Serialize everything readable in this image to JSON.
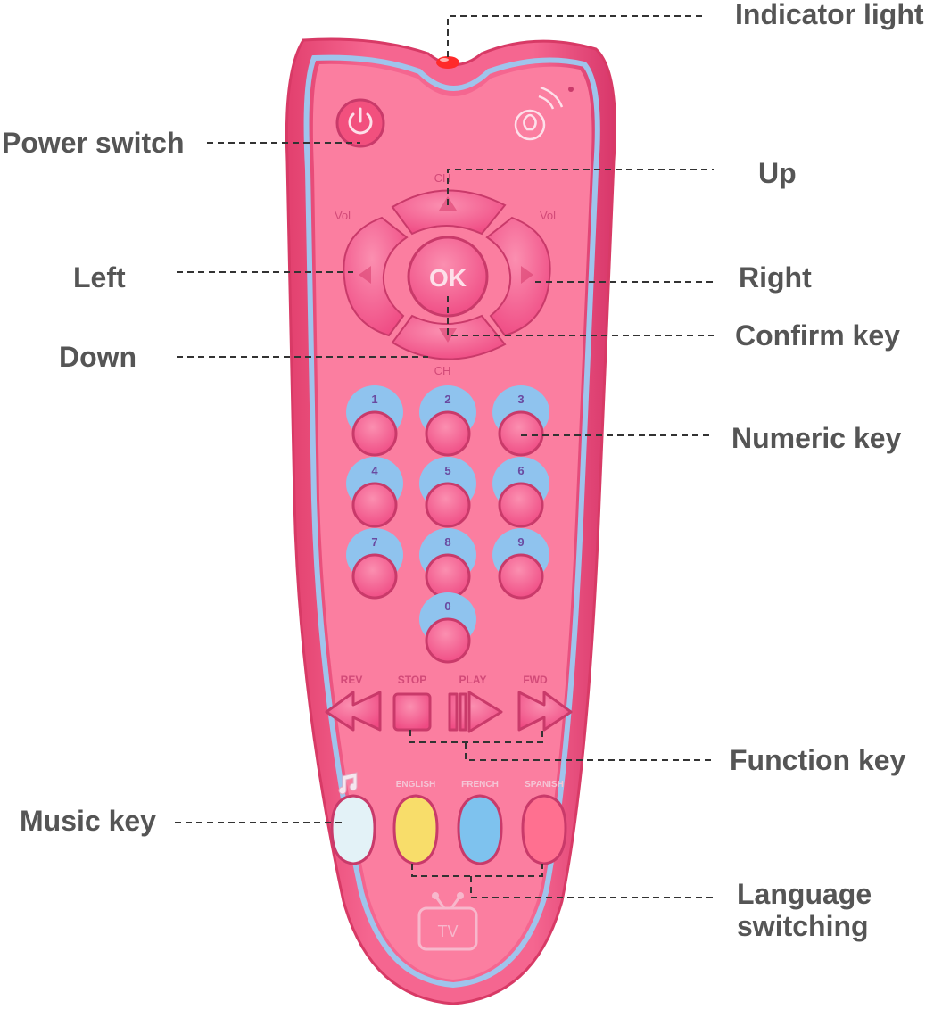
{
  "callouts": {
    "indicator_light": "Indicator light",
    "power_switch": "Power switch",
    "up": "Up",
    "left": "Left",
    "right": "Right",
    "confirm_key": "Confirm key",
    "down": "Down",
    "numeric_key": "Numeric key",
    "function_key": "Function key",
    "music_key": "Music key",
    "language_switching_line1": "Language",
    "language_switching_line2": "switching"
  },
  "remote": {
    "ch_top": "CH",
    "ch_bottom": "CH",
    "vol_left": "Vol",
    "vol_right": "Vol",
    "ok": "OK",
    "numbers": [
      "1",
      "2",
      "3",
      "4",
      "5",
      "6",
      "7",
      "8",
      "9",
      "0"
    ],
    "function_labels": [
      "REV",
      "STOP",
      "PLAY",
      "FWD"
    ],
    "language_labels": [
      "ENGLISH",
      "FRENCH",
      "SPANISH"
    ],
    "tv_label": "TV"
  },
  "colors": {
    "body": "#f5608a",
    "face": "#fb7ea0",
    "rim": "#9fc4ec",
    "key": "#f4538a",
    "key_shadow": "#c93a6a",
    "well": "#8fc3ee",
    "indicator": "#ff2a2a",
    "dash": "#333333",
    "label": "#555555",
    "music_key": "#e3f2f7",
    "english_key": "#f8dd6a",
    "french_key": "#7ec2ee",
    "spanish_key": "#ff7090"
  },
  "icons": [
    "power-icon",
    "signal-bulb-icon",
    "music-note-icon",
    "tv-icon"
  ]
}
